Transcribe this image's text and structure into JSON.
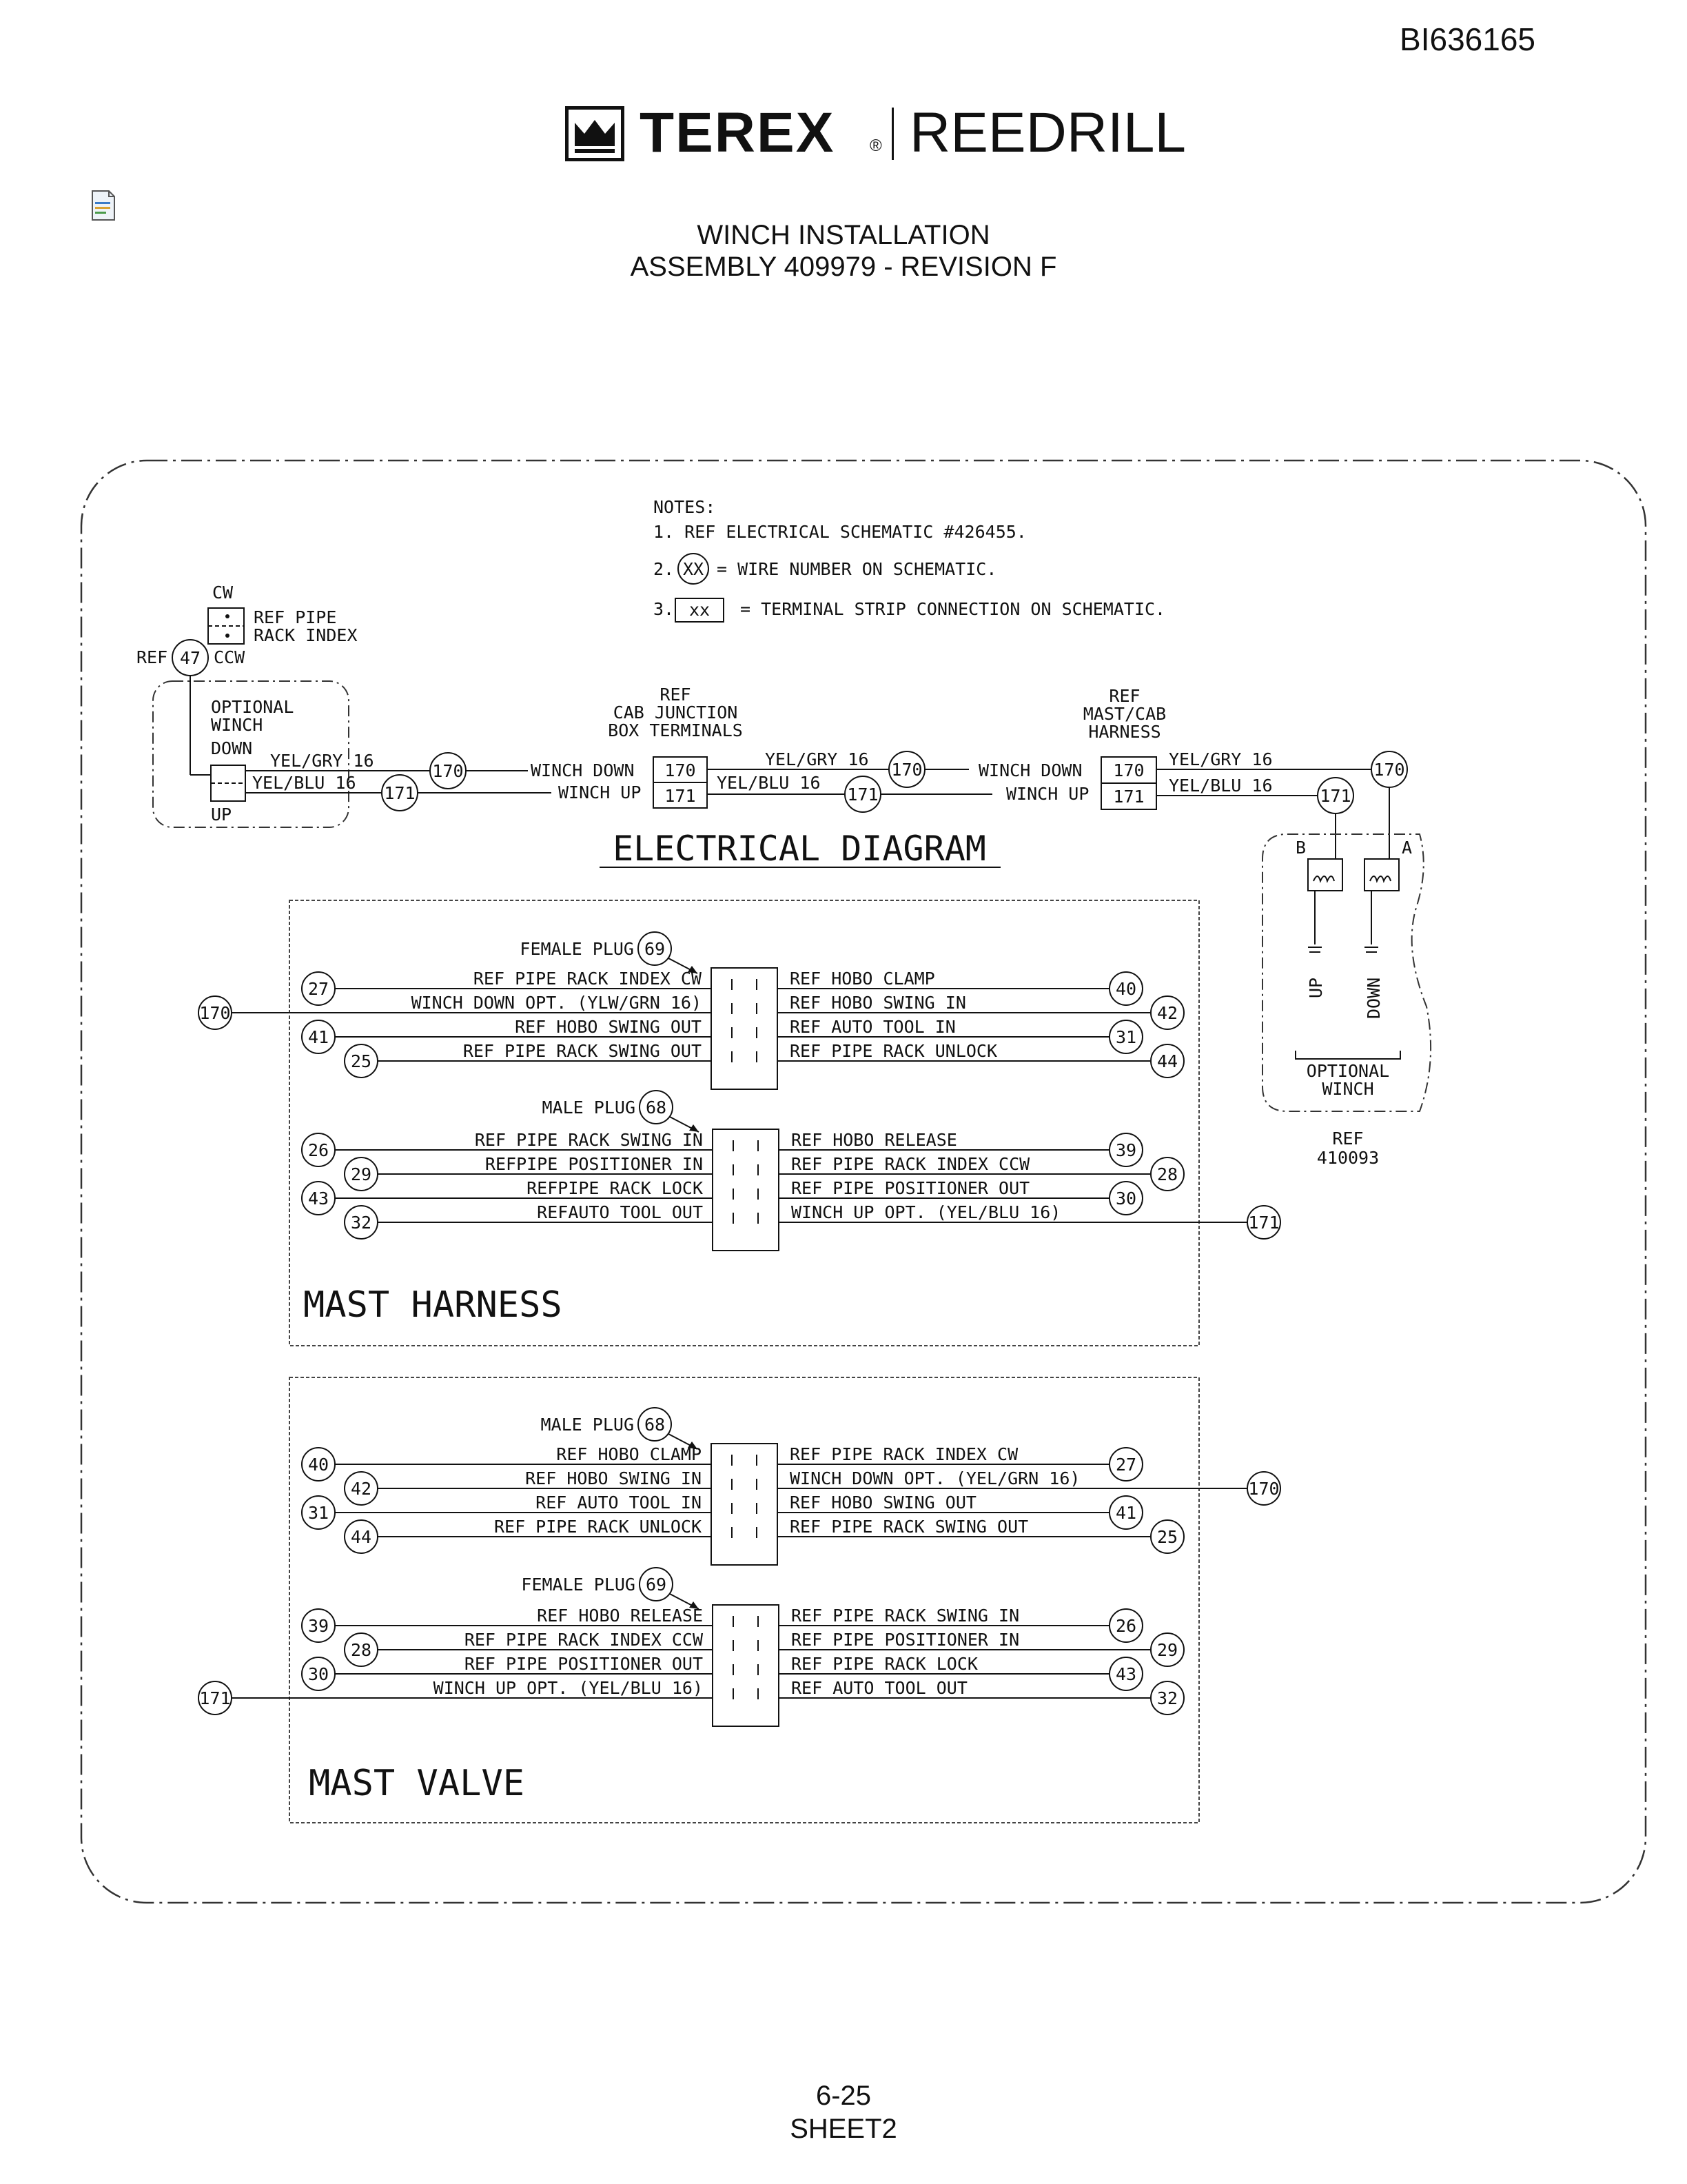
{
  "doc_id": "BI636165",
  "brand": {
    "name": "TEREX",
    "registered": "®",
    "product": "REEDRILL"
  },
  "title": {
    "line1": "WINCH INSTALLATION",
    "line2": "ASSEMBLY 409979 - REVISION F"
  },
  "notes": {
    "heading": "NOTES:",
    "n1": "1. REF ELECTRICAL SCHEMATIC #426455.",
    "n2_prefix": "2.",
    "n2_symbol": "XX",
    "n2_text": "= WIRE NUMBER ON SCHEMATIC.",
    "n3_prefix": "3.",
    "n3_symbol": "xx",
    "n3_text": "= TERMINAL STRIP CONNECTION ON SCHEMATIC."
  },
  "electrical": {
    "title": "ELECTRICAL DIAGRAM",
    "switch": {
      "cw": "CW",
      "label1": "REF PIPE",
      "label2": "RACK INDEX",
      "ref": "REF",
      "wire": "47",
      "ccw": "CCW"
    },
    "optional_switch": {
      "l1": "OPTIONAL",
      "l2": "WINCH",
      "l3": "DOWN",
      "up": "UP"
    },
    "wire_gry": "YEL/GRY 16",
    "wire_blu": "YEL/BLU 16",
    "wire_170": "170",
    "wire_171": "171",
    "winch_down": "WINCH DOWN",
    "winch_up": "WINCH UP",
    "cab_box": {
      "l1": "REF",
      "l2": "CAB JUNCTION",
      "l3": "BOX TERMINALS"
    },
    "mast_cab": {
      "l1": "REF",
      "l2": "MAST/CAB",
      "l3": "HARNESS"
    },
    "terminal_170": "170",
    "terminal_171": "171",
    "optional_winch": {
      "b": "B",
      "a": "A",
      "up": "UP",
      "down": "DOWN",
      "l1": "OPTIONAL",
      "l2": "WINCH",
      "ref": "REF",
      "part": "410093"
    }
  },
  "mast_harness": {
    "title": "MAST HARNESS",
    "female_plug": {
      "label": "FEMALE PLUG",
      "num": "69"
    },
    "male_plug": {
      "label": "MALE PLUG",
      "num": "68"
    },
    "female_left": [
      {
        "num": "27",
        "text": "REF PIPE RACK INDEX CW"
      },
      {
        "num": "170",
        "text": "WINCH DOWN OPT. (YLW/GRN 16)"
      },
      {
        "num": "41",
        "text": "REF HOBO SWING OUT"
      },
      {
        "num": "25",
        "text": "REF PIPE RACK SWING OUT"
      }
    ],
    "female_right": [
      {
        "num": "40",
        "text": "REF HOBO CLAMP"
      },
      {
        "num": "42",
        "text": "REF HOBO SWING IN"
      },
      {
        "num": "31",
        "text": "REF AUTO TOOL IN"
      },
      {
        "num": "44",
        "text": "REF PIPE RACK UNLOCK"
      }
    ],
    "male_left": [
      {
        "num": "26",
        "text": "REF PIPE RACK SWING IN"
      },
      {
        "num": "29",
        "text": "REFPIPE POSITIONER IN"
      },
      {
        "num": "43",
        "text": "REFPIPE RACK LOCK"
      },
      {
        "num": "32",
        "text": "REFAUTO TOOL OUT"
      }
    ],
    "male_right": [
      {
        "num": "39",
        "text": "REF HOBO RELEASE"
      },
      {
        "num": "28",
        "text": "REF PIPE RACK INDEX CCW"
      },
      {
        "num": "30",
        "text": "REF PIPE POSITIONER OUT"
      },
      {
        "num": "171",
        "text": "WINCH UP OPT. (YEL/BLU 16)"
      }
    ]
  },
  "mast_valve": {
    "title": "MAST VALVE",
    "male_plug": {
      "label": "MALE PLUG",
      "num": "68"
    },
    "female_plug": {
      "label": "FEMALE PLUG",
      "num": "69"
    },
    "male_left": [
      {
        "num": "40",
        "text": "REF HOBO CLAMP"
      },
      {
        "num": "42",
        "text": "REF HOBO SWING IN"
      },
      {
        "num": "31",
        "text": "REF AUTO TOOL IN"
      },
      {
        "num": "44",
        "text": "REF PIPE RACK UNLOCK"
      }
    ],
    "male_right": [
      {
        "num": "27",
        "text": "REF PIPE RACK INDEX CW"
      },
      {
        "num": "170",
        "text": "WINCH DOWN OPT. (YEL/GRN 16)"
      },
      {
        "num": "41",
        "text": "REF HOBO SWING OUT"
      },
      {
        "num": "25",
        "text": "REF PIPE RACK SWING OUT"
      }
    ],
    "female_left": [
      {
        "num": "39",
        "text": "REF HOBO RELEASE"
      },
      {
        "num": "28",
        "text": "REF PIPE RACK INDEX CCW"
      },
      {
        "num": "30",
        "text": "REF PIPE POSITIONER OUT"
      },
      {
        "num": "171",
        "text": "WINCH UP OPT. (YEL/BLU 16)"
      }
    ],
    "female_right": [
      {
        "num": "26",
        "text": "REF PIPE RACK SWING IN"
      },
      {
        "num": "29",
        "text": "REF PIPE POSITIONER IN"
      },
      {
        "num": "43",
        "text": "REF PIPE RACK LOCK"
      },
      {
        "num": "32",
        "text": "REF AUTO TOOL OUT"
      }
    ]
  },
  "footer": {
    "page": "6-25",
    "sheet": "SHEET2"
  }
}
